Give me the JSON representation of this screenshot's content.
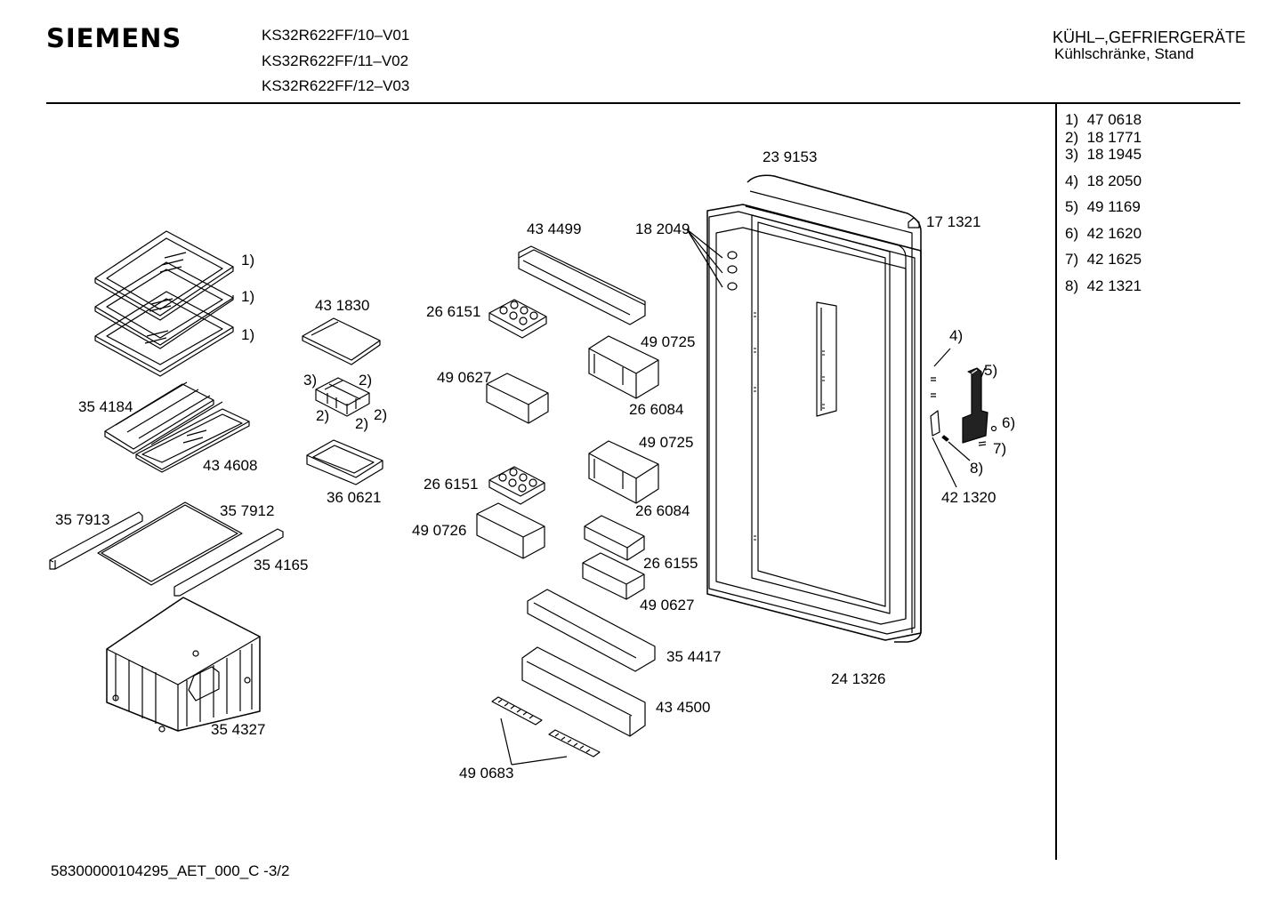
{
  "header": {
    "brand": "SIEMENS",
    "models": [
      "KS32R622FF/10–V01",
      "KS32R622FF/11–V02",
      "KS32R622FF/12–V03"
    ],
    "category": "KÜHL–,GEFRIERGERÄTE",
    "subcategory": "Kühlschränke, Stand"
  },
  "legend": [
    {
      "ref": "1)",
      "part": "47 0618"
    },
    {
      "ref": "2)",
      "part": "18 1771"
    },
    {
      "ref": "3)",
      "part": "18 1945"
    },
    {
      "ref": "4)",
      "part": "18 2050"
    },
    {
      "ref": "5)",
      "part": "49 1169"
    },
    {
      "ref": "6)",
      "part": "42 1620"
    },
    {
      "ref": "7)",
      "part": "42 1625"
    },
    {
      "ref": "8)",
      "part": "42 1321"
    }
  ],
  "parts": {
    "p239153": "23 9153",
    "p171321": "17 1321",
    "p434499": "43 4499",
    "p182049": "18 2049",
    "p431830": "43 1830",
    "p266151a": "26 6151",
    "p490725a": "49 0725",
    "p490627a": "49 0627",
    "p266084a": "26 6084",
    "p354184": "35 4184",
    "p434608": "43 4608",
    "p490725b": "49 0725",
    "p360621": "36 0621",
    "p266151b": "26 6151",
    "p266084b": "26 6084",
    "p357913": "35 7913",
    "p357912": "35 7912",
    "p490726": "49 0726",
    "p354165": "35 4165",
    "p266155": "26 6155",
    "p490627b": "49 0627",
    "p354417": "35 4417",
    "p241326": "24 1326",
    "p354327": "35 4327",
    "p434500": "43 4500",
    "p490683": "49 0683",
    "p421320": "42 1320"
  },
  "refs": {
    "r1a": "1)",
    "r1b": "1)",
    "r1c": "1)",
    "r3": "3)",
    "r2a": "2)",
    "r2b": "2)",
    "r2c": "2)",
    "r2d": "2)",
    "r4": "4)",
    "r5": "5)",
    "r6": "6)",
    "r7": "7)",
    "r8": "8)"
  },
  "footer": {
    "code": "58300000104295_AET_000_C  -3/2"
  }
}
